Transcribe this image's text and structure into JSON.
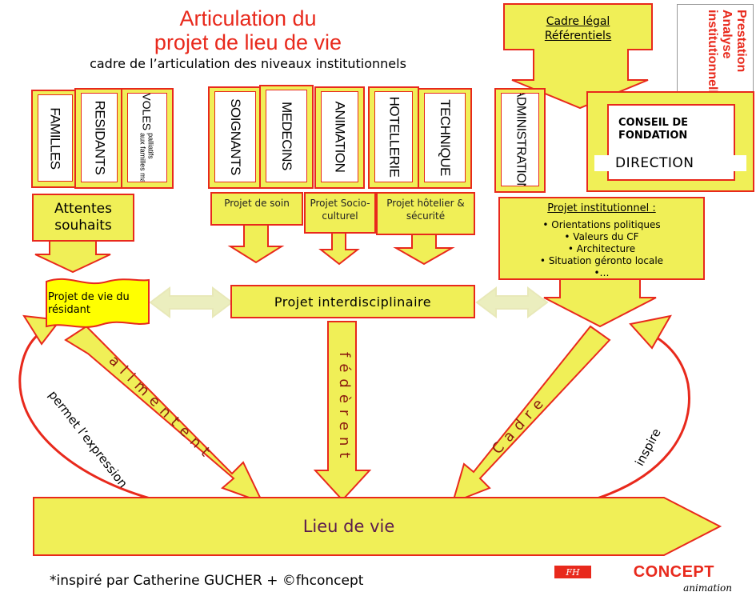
{
  "header": {
    "title_line1": "Articulation du",
    "title_line2": "projet de lieu de vie",
    "subtitle": "cadre de l’articulation des niveaux institutionnels"
  },
  "top_right": {
    "cadre_line1": "Cadre légal",
    "cadre_line2": "Référentiels",
    "prestation": [
      "Prestation",
      "Analyse",
      "institutionnelle"
    ],
    "conseil": "CONSEIL DE FONDATION",
    "direction": "DIRECTION"
  },
  "actors": {
    "familles": "FAMILLES",
    "residants": "RESIDANTS",
    "benevoles_main": "BENEVOLES",
    "benevoles_small1": "palliatifs",
    "benevoles_small2": "aux familles manquantes",
    "soignants": "SOIGNANTS",
    "medecins": "MEDECINS",
    "animation": "ANIMATION",
    "hotellerie": "HOTELLERIE",
    "technique": "TECHNIQUE",
    "administration": "ADMINISTRATION"
  },
  "projects": {
    "attentes": "Attentes souhaits",
    "soin": "Projet de soin",
    "socio": "Projet Socio-culturel",
    "hotelier": "Projet hôtelier & sécurité",
    "institutionnel_title": "Projet institutionnel :",
    "institutionnel_items": [
      "• Orientations politiques",
      "• Valeurs du CF",
      "• Architecture",
      "• Situation géronto locale",
      "•…"
    ]
  },
  "middle": {
    "residant": "Projet de vie du résidant",
    "interdisciplinaire": "Projet interdisciplinaire"
  },
  "flows": {
    "alimentent": "alimentent",
    "federent": "fédèrent",
    "cadre": "Cadre",
    "permet": "permet l’expression",
    "inspire": "inspire"
  },
  "bottom": {
    "lieu": "Lieu de vie"
  },
  "footer": {
    "credit": "*inspiré par Catherine GUCHER + ©fhconcept",
    "logo_fh": "FH",
    "logo_concept": "CONCEPT",
    "logo_animation": "animation"
  },
  "colors": {
    "yellow": "#f0ef57",
    "red": "#e8291c",
    "grey_arrow": "#ebeebe",
    "residant_fill": "#ffff00"
  }
}
